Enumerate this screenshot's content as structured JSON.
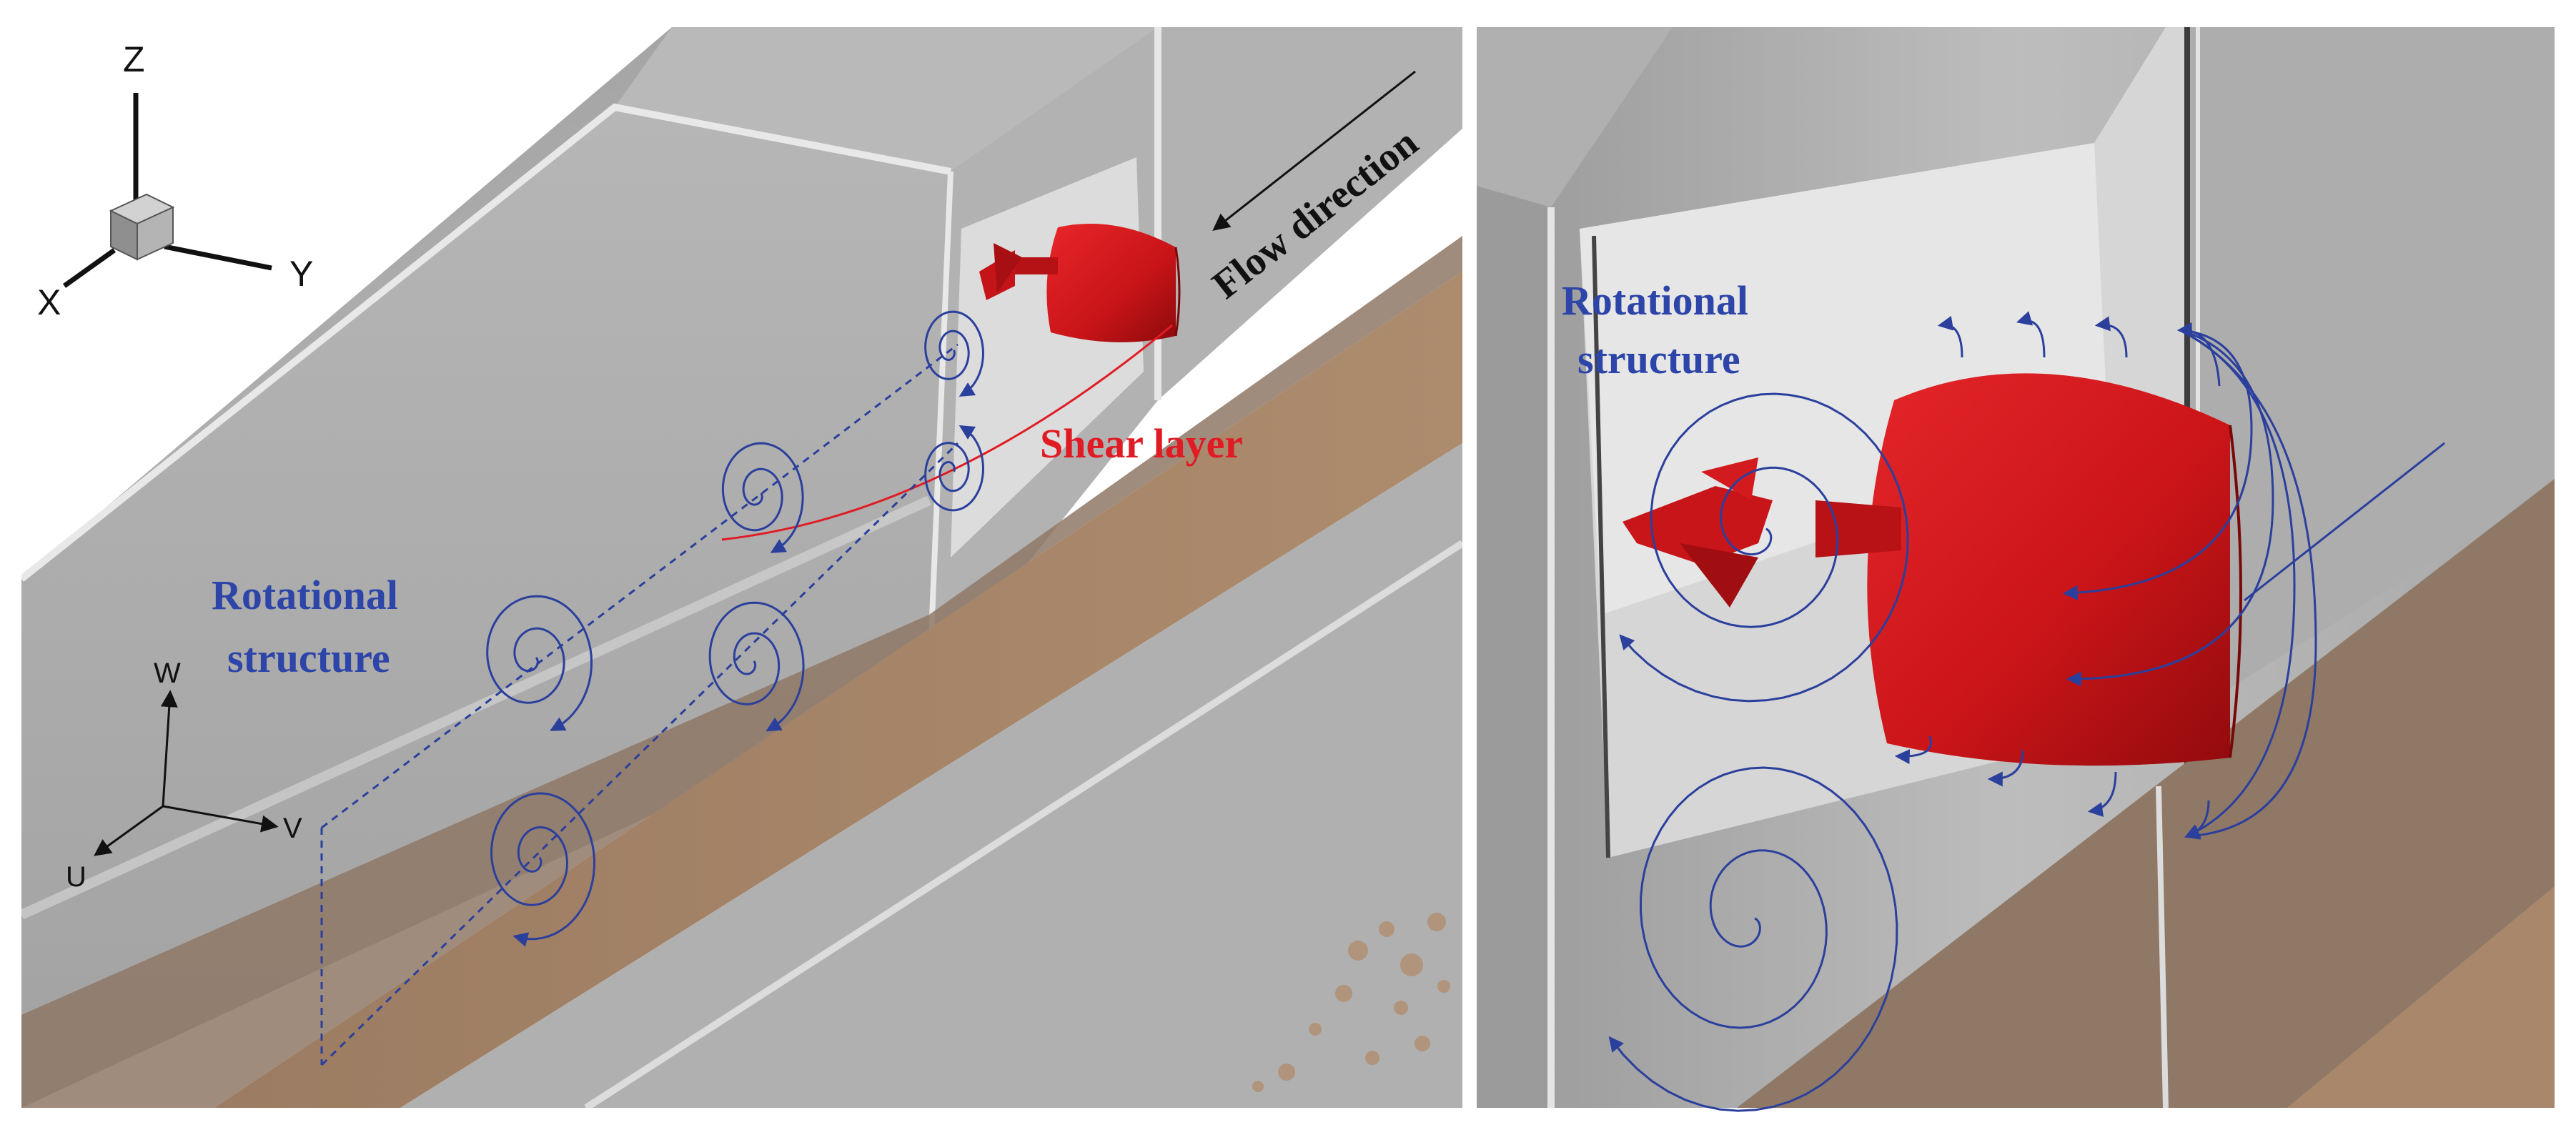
{
  "axes_triad": {
    "z": "Z",
    "x": "X",
    "y": "Y"
  },
  "velocity_triad": {
    "w": "W",
    "u": "U",
    "v": "V"
  },
  "left_panel": {
    "flow_direction": "Flow direction",
    "shear_layer": "Shear layer",
    "rotational_line1": "Rotational",
    "rotational_line2": "structure"
  },
  "right_panel": {
    "rotational_line1": "Rotational",
    "rotational_line2": "structure"
  },
  "colors": {
    "vortex_blue": "#2b3f9c",
    "label_blue": "#2d45a8",
    "shear_red": "#e01b24",
    "body_red": "#cf1518",
    "seabed_brown": "#a9876a",
    "wall_gray": "#a8a8a8"
  }
}
